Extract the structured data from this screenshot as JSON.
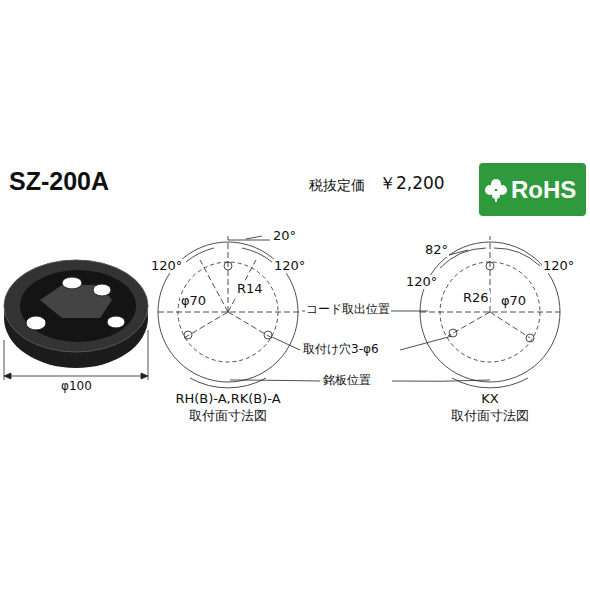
{
  "diagram": {
    "title": "SZ-200A",
    "nodes": [
      {
        "text": [
          "RoHS"
        ]
      }
    ],
    "labels": [
      "税抜定価",
      "￥2,200",
      "φ100",
      "20°",
      "120°",
      "120°",
      "φ70",
      "R14",
      "コード取出位置",
      "取付け穴3-φ6",
      "銘板位置",
      "82°",
      "120°",
      "120°",
      "R26",
      "φ70",
      "RH(B)-A,RK(B)-A",
      "取付面寸法図",
      "KX",
      "取付面寸法図"
    ]
  }
}
